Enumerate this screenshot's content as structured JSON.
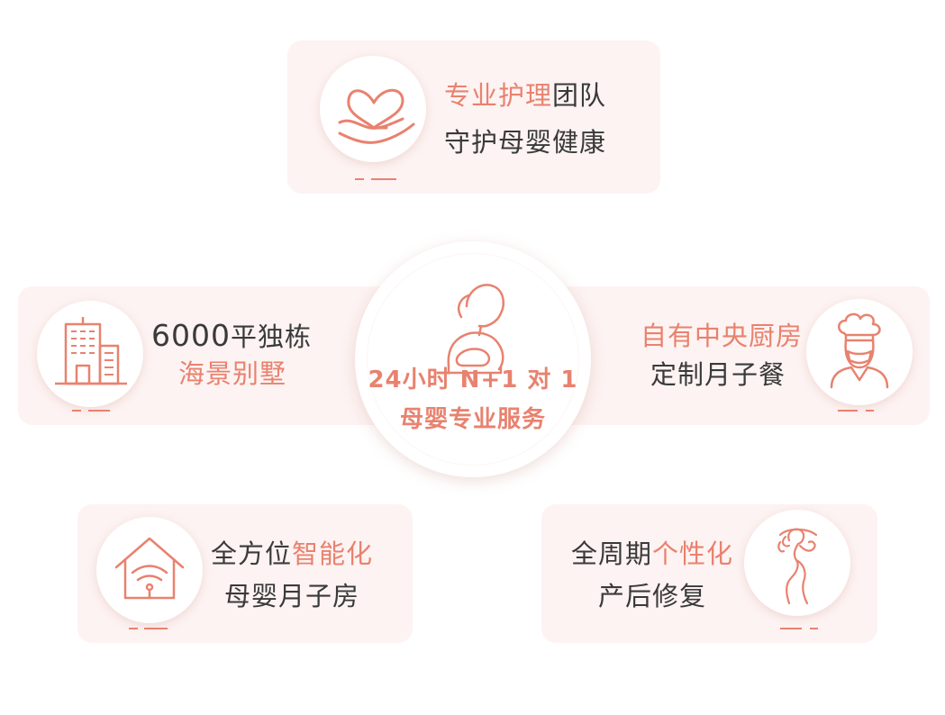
{
  "colors": {
    "accent": "#e8826f",
    "card_bg": "#fdf3f2",
    "text": "#3a3a3a"
  },
  "top": {
    "icon": "heart-in-hand-icon",
    "line1_accent": "专业护理",
    "line1_dark": "团队",
    "line2": "守护母婴健康"
  },
  "left": {
    "icon": "building-icon",
    "line1_num": "6000",
    "line1_dark": "平独栋",
    "line2_accent": "海景别墅"
  },
  "center": {
    "icon": "mother-baby-icon",
    "line1": "24小时 N+1 对 1",
    "line2": "母婴专业服务"
  },
  "right": {
    "icon": "chef-icon",
    "line1_accent": "自有中央厨房",
    "line2": "定制月子餐"
  },
  "bottom_left": {
    "icon": "smart-home-icon",
    "line1_dark": "全方位",
    "line1_accent": "智能化",
    "line2": "母婴月子房"
  },
  "bottom_right": {
    "icon": "woman-figure-icon",
    "line1_dark": "全周期",
    "line1_accent": "个性化",
    "line2": "产后修复"
  }
}
